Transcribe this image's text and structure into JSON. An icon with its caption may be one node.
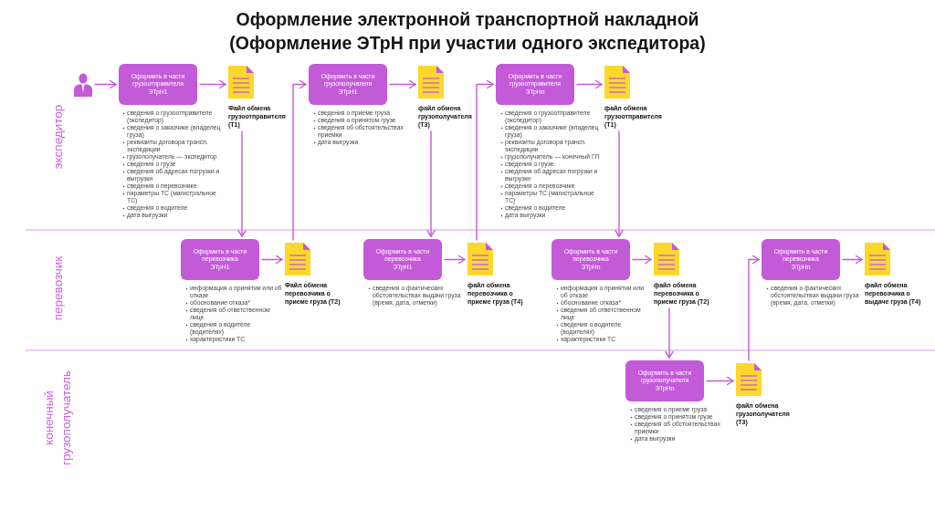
{
  "diagram": {
    "title": "Оформление электронной транспортной накладной (Оформление ЭТрН при участии одного экспедитора)",
    "nodes": [
      {
        "text": [],
        "shape": "person"
      },
      {
        "text": [
          "Оформить в части грузоотправителя",
          "ЭТрН1"
        ],
        "beside": [
          "сведения о грузоотправителе (экспедитор)",
          "сведения о заказчике (владелец груза)",
          "реквизиты договора трансп. экспедиции",
          "грузополучатель — экспедитор",
          "сведения о грузе",
          "сведения об адресах погрузки и выгрузки",
          "сведения о перевозчике",
          "параметры ТС (магистральное ТС)",
          "сведения о водителе",
          "дата выгрузки"
        ]
      },
      {
        "text": [
          "Файл обмена грузоотправителя (Т1)"
        ]
      },
      {
        "text": [
          "Оформить в части грузополучателя",
          "ЭТрН1"
        ],
        "beside": [
          "сведения о приеме груза",
          "сведения о принятом грузе",
          "сведения об обстоятельствах приемки",
          "дата выгрузки"
        ]
      },
      {
        "text": [
          "файл обмена грузополучателя (Т3)"
        ]
      },
      {
        "text": [
          "Оформить в части грузоотправителя",
          "ЭТрНn"
        ],
        "beside": [
          "сведения о грузоотправителе (экспедитор)",
          "сведения о заказчике (владелец груза)",
          "реквизиты договора трансп. экспедиции",
          "грузополучатель — конечный ГП",
          "сведения о грузе",
          "сведения об адресах погрузки и выгрузки",
          "сведения о перевозчике",
          "параметры ТС (магистральное ТС)",
          "сведения о водителе",
          "дата выгрузки"
        ]
      },
      {
        "text": [
          "файл обмена грузоотправителя (Т1)"
        ]
      },
      {
        "text": [
          "Оформить в части перевозчика",
          "ЭТрН1"
        ],
        "beside": [
          "информация о принятии или об отказе",
          "обоснование отказа*",
          "сведения об ответственном лице",
          "сведения о водителе (водителях)",
          "характеристики ТС"
        ]
      },
      {
        "text": [
          "Файл обмена перевозчика о приеме груза (Т2)"
        ]
      },
      {
        "text": [
          "Оформить в части перевозчика",
          "ЭТрН1"
        ],
        "beside": [
          "сведения о фактических обстоятельствах выдачи груза (время, дата, отметки)"
        ]
      },
      {
        "text": [
          "файл обмена перевозчика о приеме груза (Т4)"
        ]
      },
      {
        "text": [
          "Оформить в части перевозчика",
          "ЭТрНn"
        ],
        "beside": [
          "информация о принятии или об отказе",
          "обоснование отказа*",
          "сведения об ответственном лице",
          "сведения о водителе (водителях)",
          "характеристики ТС"
        ]
      },
      {
        "text": [
          "файл обмена перевозчика о приеме груза (Т2)"
        ]
      },
      {
        "text": [
          "Оформить в части перевозчика",
          "ЭТрНn"
        ],
        "beside": [
          "сведения о фактических обстоятельствах выдачи груза (время, дата, отметки)"
        ]
      },
      {
        "text": [
          "файл обмена перевозчика о выдаче груза (Т4)"
        ]
      },
      {
        "text": [
          "Оформить в части грузополучателя",
          "ЭТрНn"
        ],
        "beside": [
          "сведения о приеме груза",
          "сведения о принятом грузе",
          "сведения об обстоятельствах приемки",
          "дата выгрузки"
        ]
      },
      {
        "text": [
          "файл обмена грузополучателя (Т3)"
        ]
      }
    ],
    "edges": [
      {
        "from": 0,
        "to": 1,
        "arrow": "to"
      },
      {
        "from": 1,
        "to": 2,
        "arrow": "to"
      },
      {
        "from": 2,
        "to": 7,
        "arrow": "to"
      },
      {
        "from": 7,
        "to": 8,
        "arrow": "to"
      },
      {
        "from": 8,
        "to": 3,
        "arrow": "to"
      },
      {
        "from": 3,
        "to": 4,
        "arrow": "to"
      },
      {
        "from": 4,
        "to": 9,
        "arrow": "to"
      },
      {
        "from": 9,
        "to": 10,
        "arrow": "to"
      },
      {
        "from": 10,
        "to": 5,
        "arrow": "to"
      },
      {
        "from": 5,
        "to": 6,
        "arrow": "to"
      },
      {
        "from": 6,
        "to": 11,
        "arrow": "to"
      },
      {
        "from": 11,
        "to": 12,
        "arrow": "to"
      },
      {
        "from": 12,
        "to": 15,
        "arrow": "to"
      },
      {
        "from": 15,
        "to": 16,
        "arrow": "to"
      },
      {
        "from": 16,
        "to": 13,
        "arrow": "to"
      },
      {
        "from": 13,
        "to": 14,
        "arrow": "to"
      }
    ],
    "labels": [
      "экспедитор",
      "перевозчик",
      "конечный грузополучатель"
    ]
  }
}
